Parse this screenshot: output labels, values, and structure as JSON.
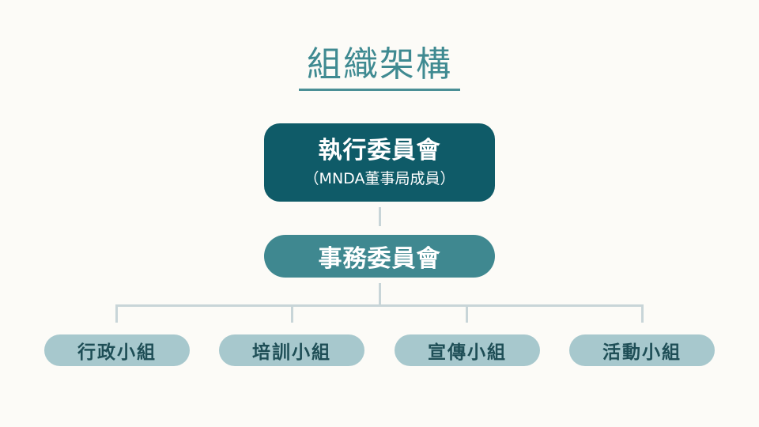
{
  "diagram": {
    "title": "組織架構",
    "executive_committee": {
      "label": "執行委員會",
      "subtitle": "（MNDA董事局成員）"
    },
    "affairs_committee": {
      "label": "事務委員會"
    },
    "groups": [
      {
        "label": "行政小組"
      },
      {
        "label": "培訓小組"
      },
      {
        "label": "宣傳小組"
      },
      {
        "label": "活動小組"
      }
    ],
    "colors": {
      "title": "#3f8a91",
      "executive_committee": "#0f5b68",
      "affairs_committee": "#3f8890",
      "groups": "#a7c8cd",
      "connectors": "#c8d5d8",
      "background": "#fcfbf7"
    }
  }
}
